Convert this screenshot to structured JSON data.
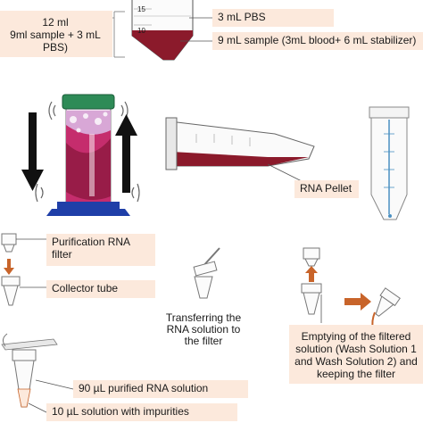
{
  "labels": {
    "volume_total": "12 ml",
    "volume_detail": "9ml sample + 3 mL PBS)",
    "tube_mark_15": "15",
    "tube_mark_10": "10",
    "pbs": "3 mL PBS",
    "sample": "9 mL sample (3mL blood+ 6 mL stabilizer)",
    "rna_pellet": "RNA Pellet",
    "purification_filter": "Purification RNA filter",
    "collector_tube": "Collector tube",
    "transfer_line1": "Transferring the",
    "transfer_line2": "RNA solution to",
    "transfer_line3": "the filter",
    "empty_line1": "Emptying of the filtered",
    "empty_line2": "solution (Wash Solution 1",
    "empty_line3": "and Wash Solution 2) and",
    "empty_line4": "keeping the filter",
    "purified": "90 µL purified RNA solution",
    "impurities": "10 µL solution with impurities"
  },
  "colors": {
    "label_bg": "#fce9dc",
    "blood": "#8b1a2b",
    "centrifuge_pink": "#c2185b",
    "centrifuge_cap": "#2e8b57",
    "centrifuge_base": "#1f3fa8",
    "arrow": "#111111",
    "orange": "#c8642a"
  }
}
